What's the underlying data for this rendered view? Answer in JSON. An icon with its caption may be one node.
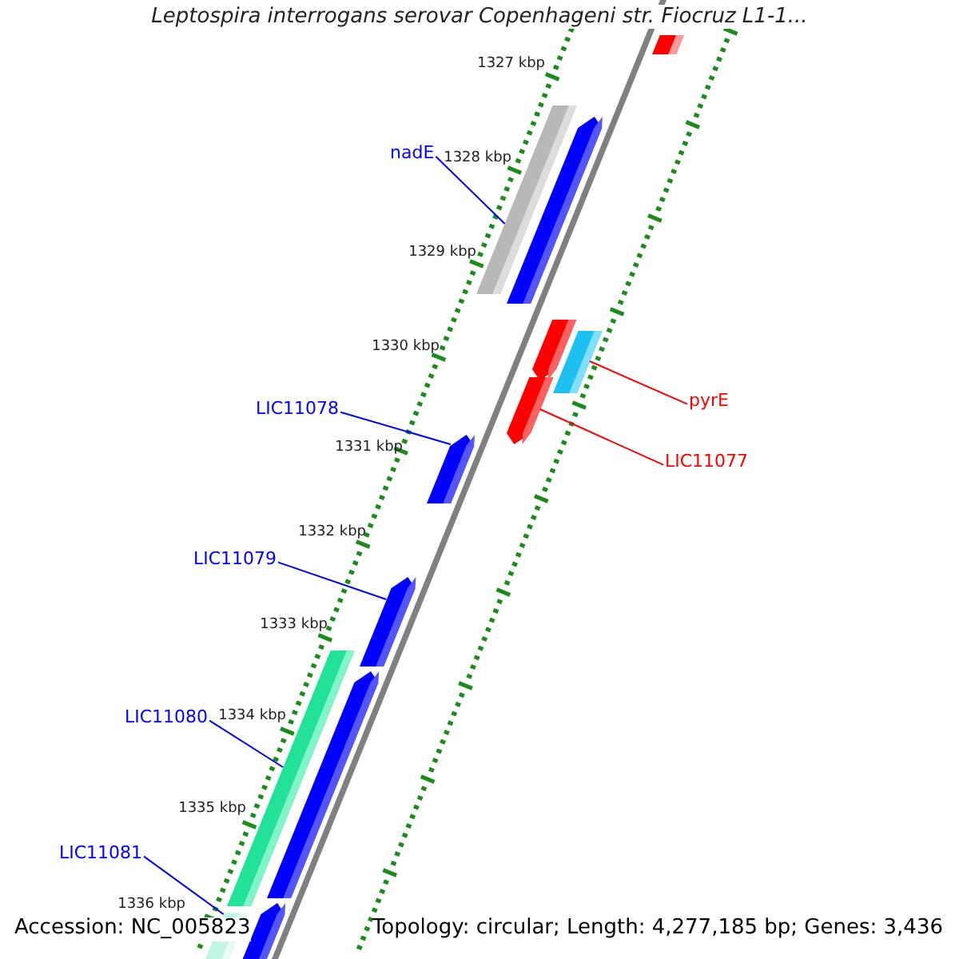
{
  "diagram": {
    "title": "Leptospira interrogans serovar Copenhageni str. Fiocruz L1-1...",
    "nodes": [
      {
        "text": [
          "nadE"
        ]
      },
      {
        "text": [
          "pyrE"
        ]
      },
      {
        "text": [
          "LIC11078"
        ]
      },
      {
        "text": [
          "LIC11077"
        ]
      },
      {
        "text": [
          "LIC11079"
        ]
      },
      {
        "text": [
          "LIC11080"
        ]
      },
      {
        "text": [
          "LIC11081"
        ]
      },
      {
        "text": [],
        "shape": "bar"
      },
      {
        "text": [],
        "shape": "bar"
      },
      {
        "text": [],
        "shape": "bar"
      },
      {
        "text": [],
        "shape": "bar"
      },
      {
        "text": [],
        "shape": "bar"
      },
      {
        "text": [],
        "shape": "bar"
      },
      {
        "text": [],
        "shape": "bar"
      },
      {
        "text": [],
        "shape": "bar"
      },
      {
        "text": [],
        "shape": "bar"
      },
      {
        "text": [],
        "shape": "bar"
      },
      {
        "text": [],
        "shape": "bar"
      },
      {
        "text": [],
        "shape": "bar"
      }
    ],
    "edges": [
      {
        "from": 0,
        "to": 8,
        "arrow": "none"
      },
      {
        "from": 1,
        "to": 11,
        "arrow": "none",
        "color": "#ff0000"
      },
      {
        "from": 2,
        "to": 13,
        "arrow": "none"
      },
      {
        "from": 3,
        "to": 12,
        "arrow": "none",
        "color": "#ff0000"
      },
      {
        "from": 4,
        "to": 14,
        "arrow": "none"
      },
      {
        "from": 5,
        "to": 15,
        "arrow": "none"
      },
      {
        "from": 6,
        "to": 17,
        "arrow": "none"
      }
    ],
    "labels": [
      "1327 kbp",
      "1328 kbp",
      "1329 kbp",
      "1330 kbp",
      "1331 kbp",
      "1332 kbp",
      "1333 kbp",
      "1334 kbp",
      "1335 kbp",
      "1336 kbp",
      "Accession: NC_005823",
      "Topology: circular; Length: 4,277,185 bp; Genes: 3,436"
    ]
  }
}
